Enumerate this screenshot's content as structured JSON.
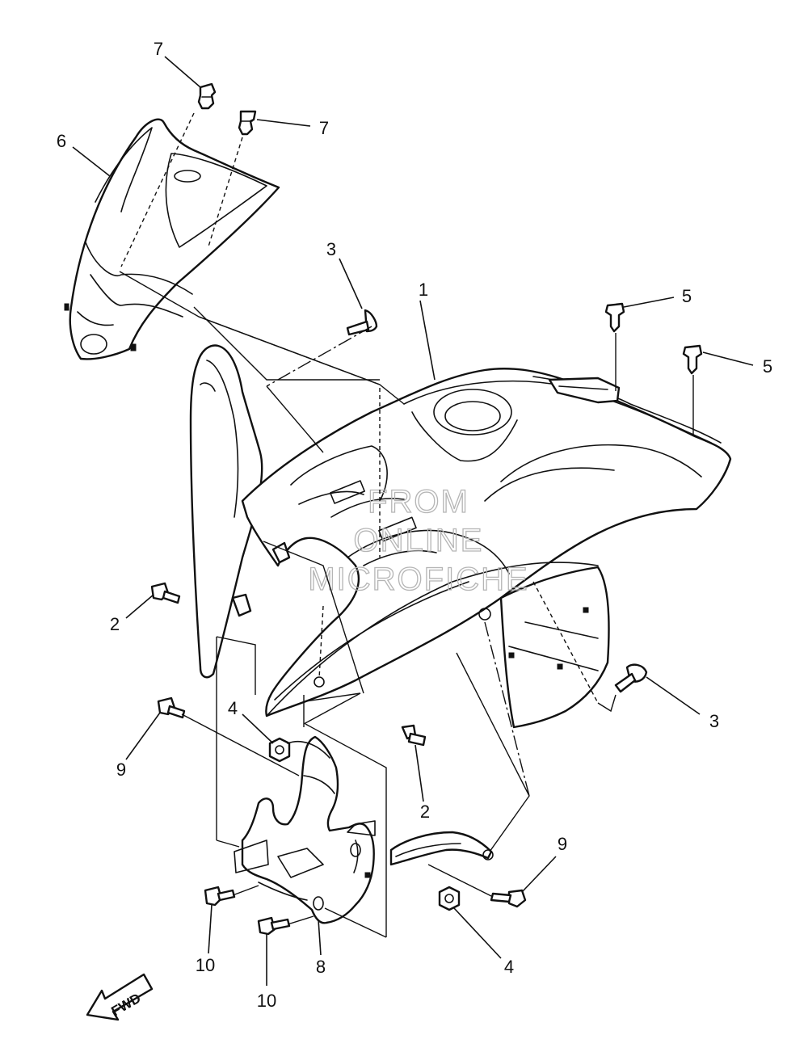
{
  "callouts": [
    "1",
    "2",
    "2",
    "3",
    "3",
    "4",
    "4",
    "5",
    "5",
    "6",
    "7",
    "7",
    "8",
    "9",
    "9",
    "10",
    "10"
  ],
  "watermark": [
    "FROM",
    "ONLINE",
    "MICROFICHE"
  ],
  "direction_label": "FWD"
}
